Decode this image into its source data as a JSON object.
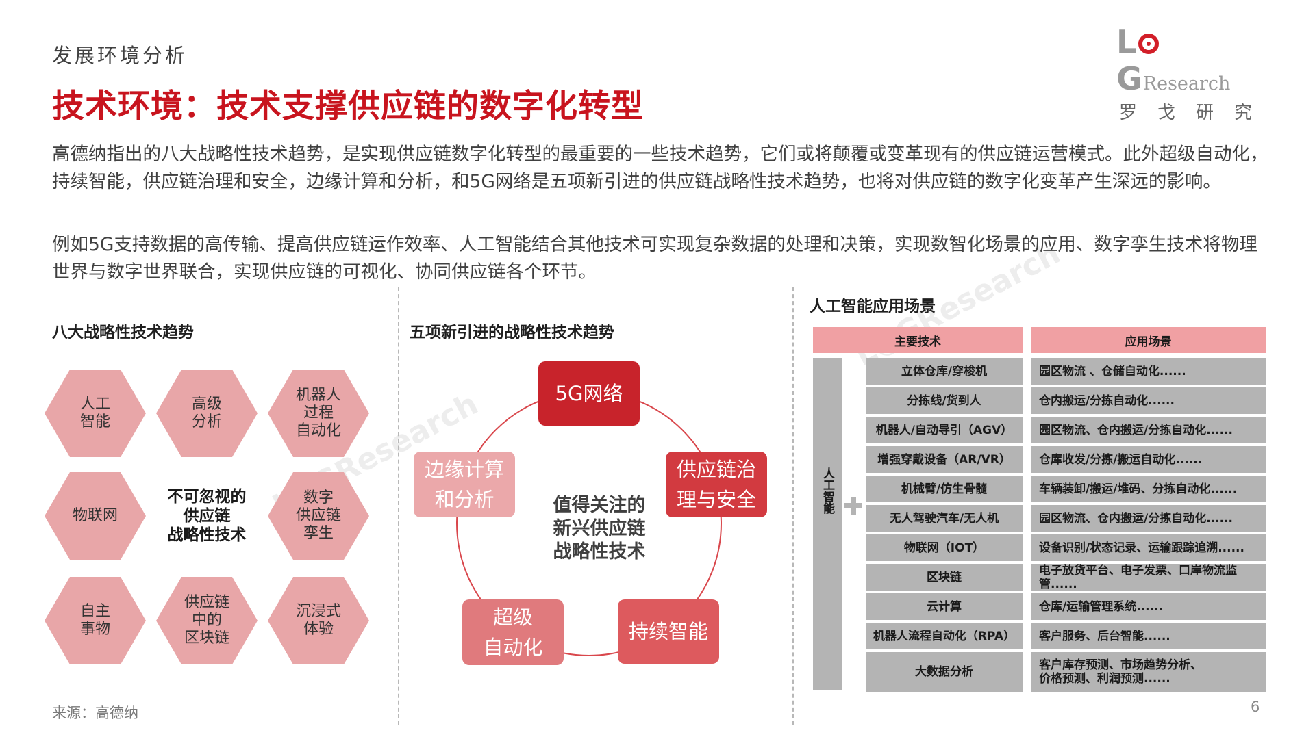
{
  "header": {
    "section": "发展环境分析",
    "title": "技术环境：技术支撑供应链的数字化转型",
    "logo_mark_left": "L",
    "logo_mark_g": "G",
    "logo_mark_right": "Research",
    "logo_cn": "罗戈研究"
  },
  "paragraphs": [
    "高德纳指出的八大战略性技术趋势，是实现供应链数字化转型的最重要的一些技术趋势，它们或将颠覆或变革现有的供应链运营模式。此外超级自动化，持续智能，供应链治理和安全，边缘计算和分析，和5G网络是五项新引进的供应链战略性技术趋势，也将对供应链的数字化变革产生深远的影响。",
    "例如5G支持数据的高传输、提高供应链运作效率、人工智能结合其他技术可实现复杂数据的处理和决策，实现数智化场景的应用、数字孪生技术将物理世界与数字世界联合，实现供应链的可视化、协同供应链各个环节。"
  ],
  "left_panel": {
    "heading": "八大战略性技术趋势",
    "center_label": "不可忽视的\n供应链\n战略性技术",
    "hexes": [
      "人工\n智能",
      "高级\n分析",
      "机器人\n过程\n自动化",
      "物联网",
      "数字\n供应链\n孪生",
      "自主\n事物",
      "供应链\n中的\n区块链",
      "沉浸式\n体验"
    ]
  },
  "middle_panel": {
    "heading": "五项新引进的战略性技术趋势",
    "center_label": "值得关注的\n新兴供应链\n战略性技术",
    "nodes": [
      {
        "label": "5G网络",
        "color": "#c8232b"
      },
      {
        "label": "供应链治\n理与安全",
        "color": "#d23a40"
      },
      {
        "label": "持续智能",
        "color": "#dd5a5e"
      },
      {
        "label": "超级\n自动化",
        "color": "#e07a7d"
      },
      {
        "label": "边缘计算\n和分析",
        "color": "#eba8aa"
      }
    ]
  },
  "right_panel": {
    "heading": "人工智能应用场景",
    "col_tech": "主要技术",
    "col_app": "应用场景",
    "vertical_label": "人工智能",
    "rows": [
      {
        "tech": "立体仓库/穿梭机",
        "app": "园区物流 、仓储自动化......"
      },
      {
        "tech": "分拣线/货到人",
        "app": "仓内搬运/分拣自动化......"
      },
      {
        "tech": "机器人/自动导引（AGV）",
        "app": "园区物流、仓内搬运/分拣自动化......"
      },
      {
        "tech": "增强穿戴设备（AR/VR）",
        "app": "仓库收发/分拣/搬运自动化......"
      },
      {
        "tech": "机械臂/仿生骨髓",
        "app": "车辆装卸/搬运/堆码、分拣自动化......"
      },
      {
        "tech": "无人驾驶汽车/无人机",
        "app": "园区物流、仓内搬运/分拣自动化......"
      },
      {
        "tech": "物联网（IOT）",
        "app": "设备识别/状态记录、运输跟踪追溯......"
      },
      {
        "tech": "区块链",
        "app": "电子放货平台、电子发票、口岸物流监管......"
      },
      {
        "tech": "云计算",
        "app": "仓库/运输管理系统......"
      },
      {
        "tech": "机器人流程自动化（RPA）",
        "app": "客户服务、后台智能......"
      },
      {
        "tech": "大数据分析",
        "app": "客户库存预测、市场趋势分析、\n价格预测、利润预测......"
      }
    ]
  },
  "footer": {
    "source": "来源：高德纳",
    "page": "6"
  },
  "colors": {
    "title_red": "#c8141e",
    "hex_fill": "#e8a6a8",
    "table_header": "#f0a0a3",
    "table_cell": "#b4b4b4"
  }
}
